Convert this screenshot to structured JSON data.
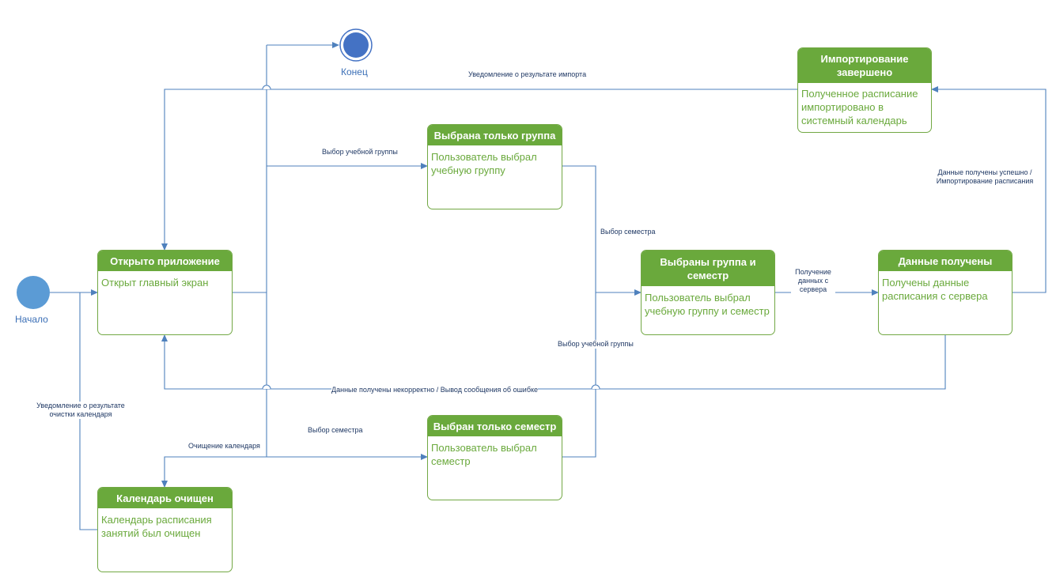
{
  "pseudostates": {
    "start_label": "Начало",
    "end_label": "Конец"
  },
  "states": {
    "app_opened": {
      "title": "Открыто приложение",
      "body": "Открыт главный экран"
    },
    "group_only": {
      "title": "Выбрана только группа",
      "body": "Пользователь выбрал учебную группу"
    },
    "semester_only": {
      "title": "Выбран только семестр",
      "body": "Пользователь выбрал семестр"
    },
    "group_and_semester": {
      "title": "Выбраны группа и семестр",
      "body": "Пользователь выбрал учебную группу и семестр"
    },
    "data_received": {
      "title": "Данные получены",
      "body": "Получены данные расписания с сервера"
    },
    "import_done": {
      "title": "Импортирование завершено",
      "body": "Полученное расписание импортировано в системный календарь"
    },
    "calendar_cleared": {
      "title": "Календарь очищен",
      "body": "Календарь расписания занятий был очищен"
    }
  },
  "transitions": {
    "import_result": "Уведомление о результате импорта",
    "choose_group_1": "Выбор учебной группы",
    "choose_semester_1": "Выбор семестра",
    "choose_group_2": "Выбор учебной группы",
    "get_data": "Получение данных с сервера",
    "data_ok": "Данные получены успешно / Импортирование расписания",
    "data_bad": "Данные получены некорректно / Вывод сообщения об ошибке",
    "clear_result": "Уведомление о результате очистки календаря",
    "clear_calendar": "Очищение календаря",
    "choose_semester_2": "Выбор семестра"
  },
  "colors": {
    "state_header": "#6aa93c",
    "state_border": "#72a844",
    "state_text": "#6aa93c",
    "line": "#4f81bd",
    "start_node": "#5b9bd5",
    "end_node": "#4472c4"
  }
}
